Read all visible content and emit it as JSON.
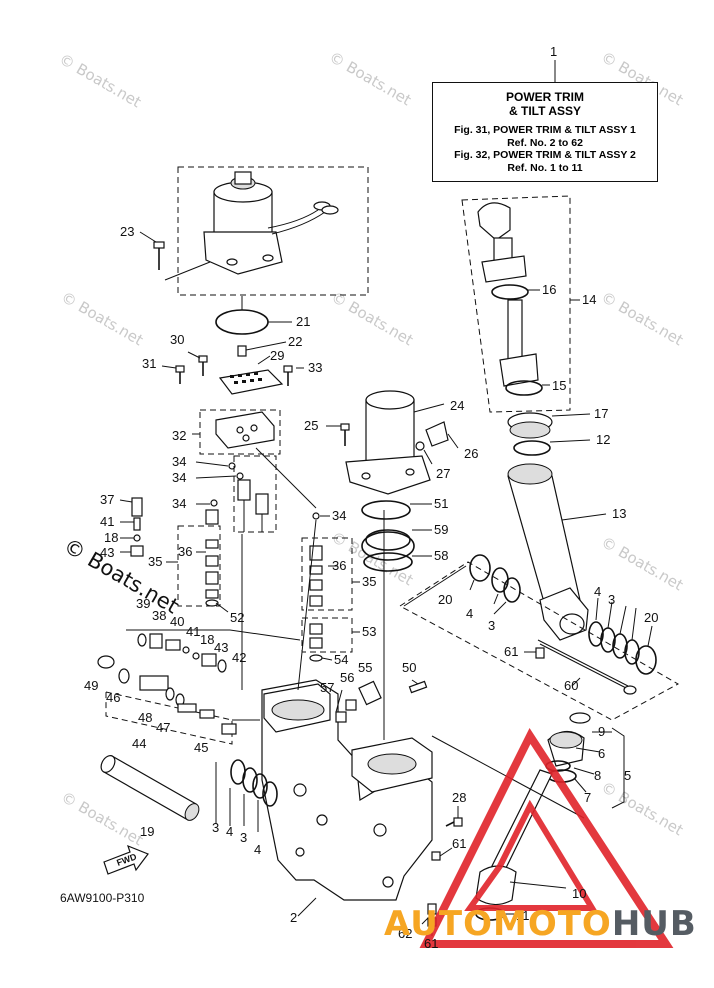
{
  "title_box": {
    "ref": "1",
    "line1": "POWER TRIM",
    "line2": "& TILT ASSY",
    "fig1": "Fig. 31, POWER TRIM & TILT ASSY 1",
    "fig1_ref": "Ref. No. 2 to 62",
    "fig2": "Fig. 32, POWER TRIM & TILT ASSY 2",
    "fig2_ref": "Ref. No. 1 to 11"
  },
  "part_code": "6AW9100-P310",
  "fwd_label": "FWD",
  "watermark": "© Boats.net",
  "brand": {
    "part1": "AUTO",
    "part2": "MOTO",
    "part3": "HUB",
    "accent": "#f6a623",
    "dark": "#555c63",
    "triangle": "#e0232a"
  },
  "callouts": [
    "2",
    "3",
    "4",
    "3",
    "4",
    "3",
    "4",
    "3",
    "4",
    "5",
    "6",
    "7",
    "8",
    "9",
    "10",
    "11",
    "12",
    "13",
    "14",
    "15",
    "16",
    "17",
    "19",
    "20",
    "20",
    "21",
    "22",
    "23",
    "24",
    "25",
    "26",
    "27",
    "28",
    "29",
    "30",
    "31",
    "32",
    "33",
    "34",
    "34",
    "34",
    "34",
    "35",
    "35",
    "36",
    "36",
    "37",
    "18",
    "41",
    "43",
    "38",
    "39",
    "40",
    "41",
    "18",
    "43",
    "42",
    "42",
    "44",
    "45",
    "46",
    "47",
    "48",
    "49",
    "50",
    "51",
    "52",
    "53",
    "54",
    "55",
    "56",
    "57",
    "58",
    "59",
    "60",
    "61",
    "61",
    "61",
    "62"
  ]
}
